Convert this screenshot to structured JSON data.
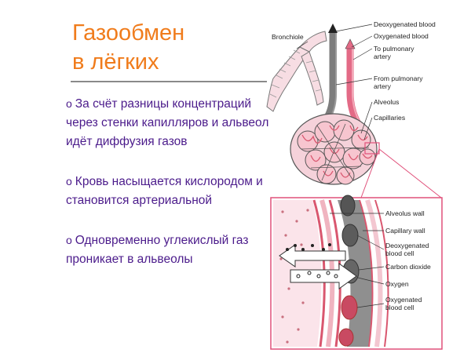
{
  "title": {
    "line1": "Газообмен",
    "line2": "в лёгких"
  },
  "bullets": [
    {
      "marker": "o",
      "text": "За счёт разницы концентраций через стенки капилляров и альвеол идёт диффузия газов"
    },
    {
      "marker": "o",
      "text": "Кровь насыщается кислородом и становится артериальной"
    },
    {
      "marker": "o",
      "text": "Одновременно углекислый газ проникает в альвеолы"
    }
  ],
  "diagram": {
    "labels": {
      "bronchiole": "Bronchiole",
      "deoxygenated_blood": "Deoxygenated blood",
      "oxygenated_blood": "Oxygenated blood",
      "to_pulmonary_artery_1": "To pulmonary",
      "to_pulmonary_artery_2": "artery",
      "from_pulmonary_artery_1": "From pulmonary",
      "from_pulmonary_artery_2": "artery",
      "alveolus": "Alveolus",
      "capillaries": "Capillaries",
      "alveolus_wall": "Alveolus wall",
      "capillary_wall": "Capillary wall",
      "deoxygenated_blood_cell_1": "Deoxygenated",
      "deoxygenated_blood_cell_2": "blood cell",
      "carbon_dioxide": "Carbon dioxide",
      "oxygen": "Oxygen",
      "oxygenated_blood_cell_1": "Oxygenated",
      "oxygenated_blood_cell_2": "blood cell"
    },
    "colors": {
      "frame": "#e0507a",
      "vessel_red": "#e36a86",
      "cell_red": "#c94a62",
      "gray": "#7d7d7d",
      "title": "#f07c1c",
      "text": "#4b1b8b"
    }
  }
}
